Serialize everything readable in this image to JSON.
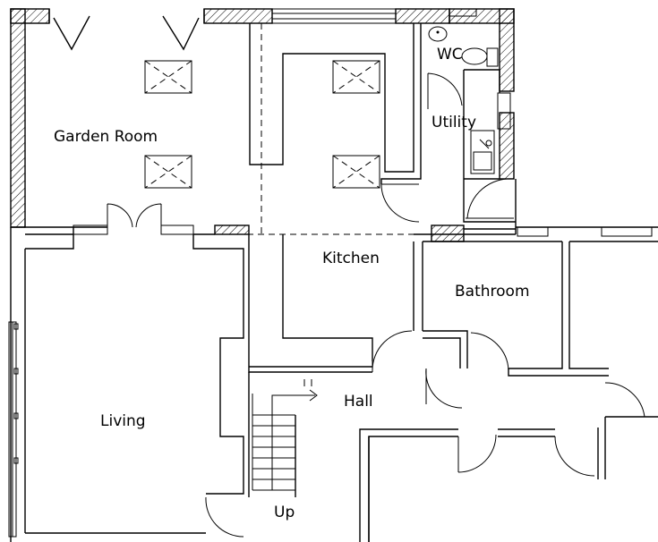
{
  "rooms": {
    "garden_room": "Garden Room",
    "kitchen": "Kitchen",
    "wc": "WC",
    "utility": "Utility",
    "bathroom": "Bathroom",
    "hall": "Hall",
    "living": "Living",
    "stairs_up": "Up"
  },
  "colors": {
    "line": "#000000",
    "background": "#ffffff"
  }
}
